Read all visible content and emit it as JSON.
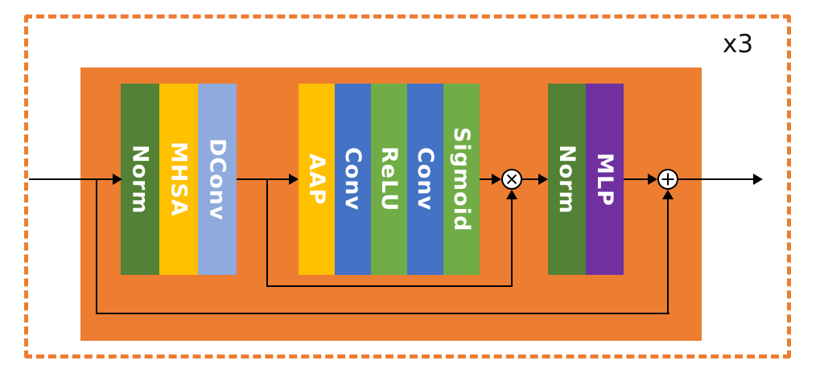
{
  "diagram": {
    "repeat_label": "x3",
    "groups": [
      {
        "name": "token-mixer",
        "blocks": [
          {
            "label": "Norm",
            "color": "#538135"
          },
          {
            "label": "MHSA",
            "color": "#FFC000"
          },
          {
            "label": "DConv",
            "color": "#8FAADC"
          }
        ]
      },
      {
        "name": "attention-gate",
        "blocks": [
          {
            "label": "AAP",
            "color": "#FFC000"
          },
          {
            "label": "Conv",
            "color": "#4472C4"
          },
          {
            "label": "ReLU",
            "color": "#70AD47"
          },
          {
            "label": "Conv",
            "color": "#4472C4"
          },
          {
            "label": "Sigmoid",
            "color": "#70AD47"
          }
        ]
      },
      {
        "name": "mlp-block",
        "blocks": [
          {
            "label": "Norm",
            "color": "#538135"
          },
          {
            "label": "MLP",
            "color": "#7030A0"
          }
        ]
      }
    ],
    "operators": [
      {
        "name": "elementwise-multiply",
        "glyph": "⊗"
      },
      {
        "name": "elementwise-add",
        "glyph": "⊕"
      }
    ],
    "colors": {
      "container_fill": "#ED7D31",
      "dashed_border": "#ED7D31",
      "line": "#000000",
      "block_text": "#FFFFFF"
    }
  }
}
